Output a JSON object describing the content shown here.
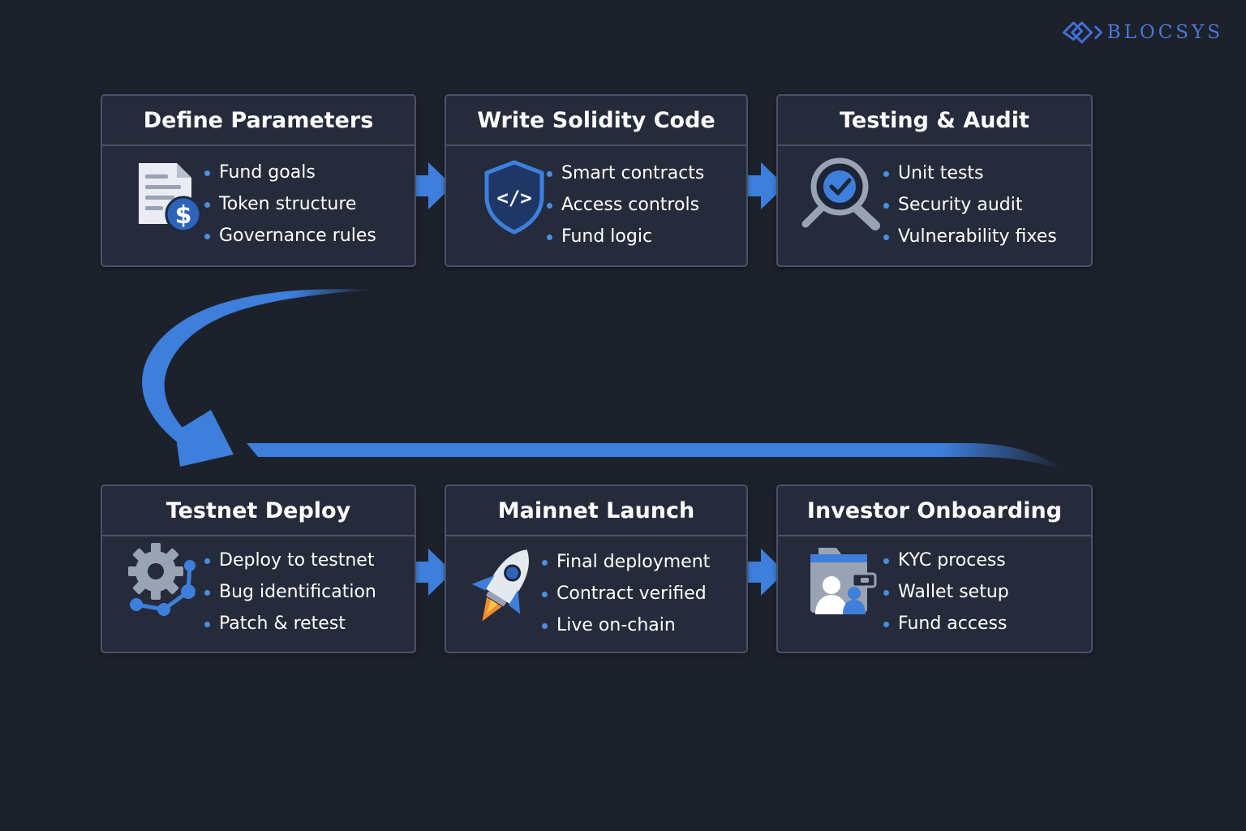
{
  "brand": {
    "name": "BLOCSYS",
    "logo_icon": "diamond-chevron-logo-icon"
  },
  "colors": {
    "background": "#1d212b",
    "card": "#252b3a",
    "border": "#4a5266",
    "accent": "#4a8ee0",
    "brand": "#4a78d8"
  },
  "steps": [
    {
      "title": "Define Parameters",
      "icon": "document-dollar-icon",
      "items": [
        "Fund goals",
        "Token structure",
        "Governance rules"
      ]
    },
    {
      "title": "Write Solidity Code",
      "icon": "shield-code-icon",
      "items": [
        "Smart contracts",
        "Access controls",
        "Fund logic"
      ]
    },
    {
      "title": "Testing & Audit",
      "icon": "magnifier-check-icon",
      "items": [
        "Unit tests",
        "Security audit",
        "Vulnerability fixes"
      ]
    },
    {
      "title": "Testnet Deploy",
      "icon": "gear-network-icon",
      "items": [
        "Deploy to testnet",
        "Bug identification",
        "Patch & retest"
      ]
    },
    {
      "title": "Mainnet Launch",
      "icon": "rocket-icon",
      "items": [
        "Final deployment",
        "Contract verified",
        "Live on-chain"
      ]
    },
    {
      "title": "Investor Onboarding",
      "icon": "investor-wallet-icon",
      "items": [
        "KYC process",
        "Wallet setup",
        "Fund access"
      ]
    }
  ]
}
